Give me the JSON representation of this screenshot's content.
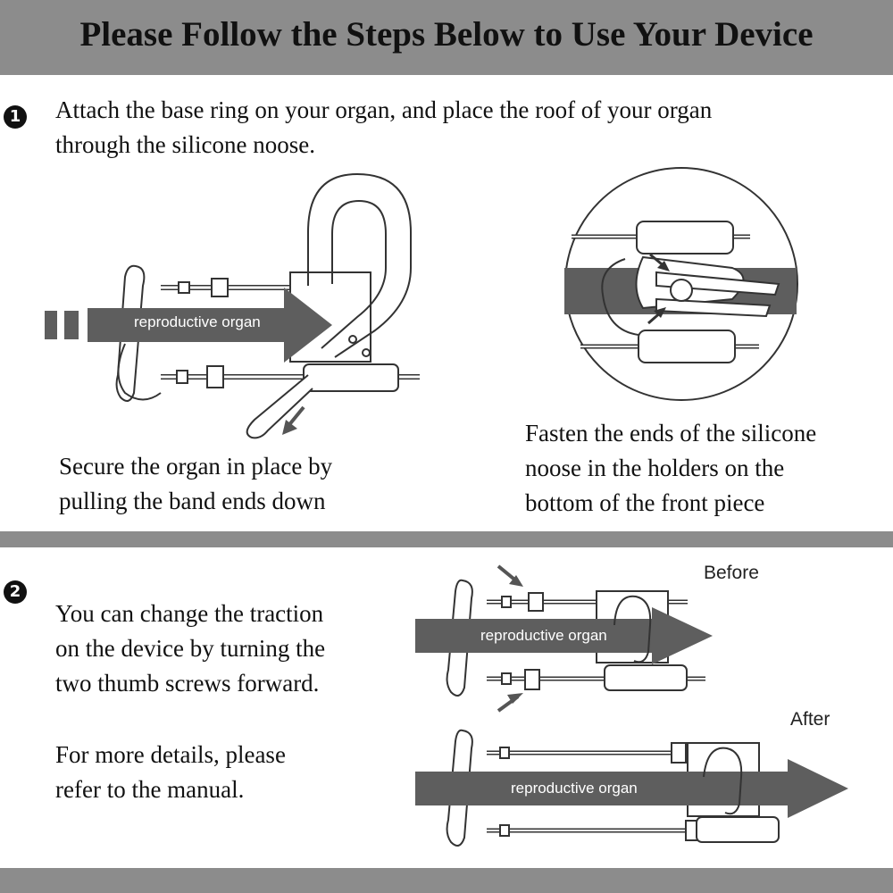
{
  "header": {
    "title": "Please Follow the Steps Below to Use Your Device"
  },
  "step1": {
    "number": "1",
    "line1": "Attach the base ring on your organ, and place the roof of your organ",
    "line2": "through the silicone noose.",
    "arrow_label": "reproductive organ",
    "caption_left_1": "Secure the organ in place by",
    "caption_left_2": "pulling the band ends down",
    "caption_right_1": "Fasten the ends of the silicone",
    "caption_right_2": "noose in the holders on the",
    "caption_right_3": "bottom of the front piece"
  },
  "step2": {
    "number": "2",
    "line1": "You can change the traction",
    "line2": "on the device by turning the",
    "line3": "two thumb screws forward.",
    "line4": "For more details, please",
    "line5": "refer to the manual.",
    "before_label": "Before",
    "after_label": "After",
    "arrow_label_before": "reproductive organ",
    "arrow_label_after": "reproductive organ"
  },
  "colors": {
    "band": "#8c8c8c",
    "arrow": "#5e5e5e",
    "ink": "#111111"
  }
}
